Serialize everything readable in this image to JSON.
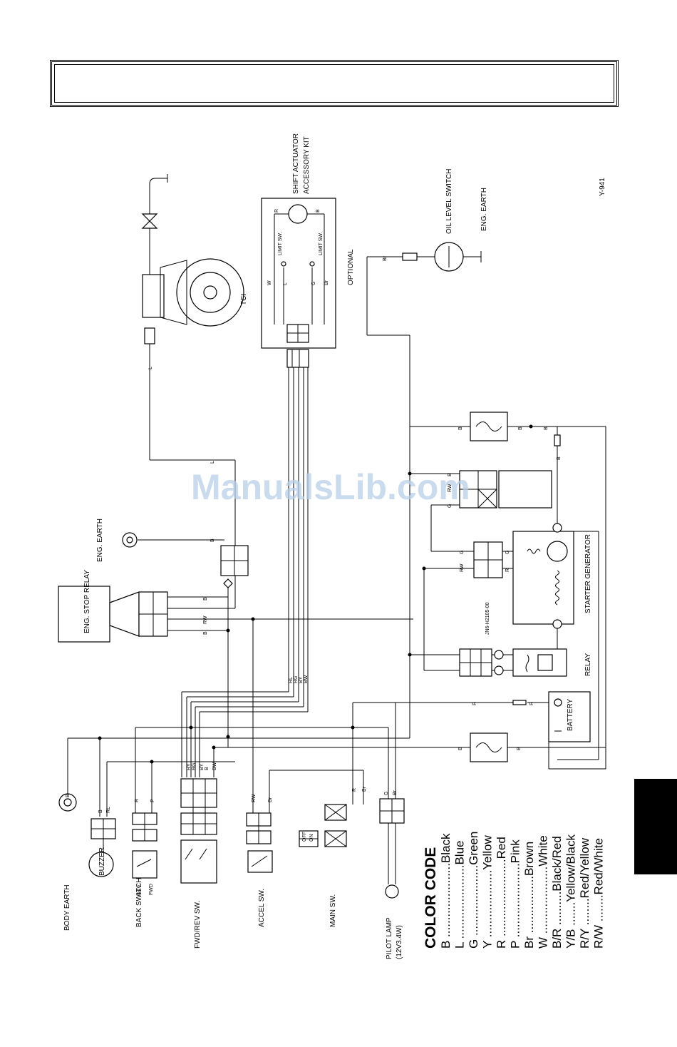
{
  "figure_id": "Y-941",
  "watermark": "ManualsLib.com",
  "components": {
    "body_earth": "BODY EARTH",
    "buzzer": "BUZZER",
    "back_switch": "BACK SWITCH",
    "back_switch_rev": "REV",
    "back_switch_fwd": "FWD",
    "fwd_rev_sw": "FWD/REV SW.",
    "accel_sw": "ACCEL SW.",
    "main_sw": "MAIN SW.",
    "main_sw_off": "OFF",
    "main_sw_on": "ON",
    "pilot_lamp": "PILOT LAMP",
    "pilot_lamp_spec": "(12V3.4W)",
    "eng_stop_relay": "ENG. STOP RELAY",
    "eng_earth_1": "ENG. EARTH",
    "eng_earth_2": "ENG. EARTH",
    "tci": "TCI",
    "shift_actuator": "SHIFT ACTUATOR",
    "accessory_kit": "ACCESSORY KIT",
    "limit_sw": "LIMIT SW.",
    "optional": "OPTIONAL",
    "oil_level_switch": "OIL LEVEL SWITCH",
    "starter_generator": "STARTER GENERATOR",
    "relay": "RELAY",
    "battery": "BATTERY",
    "part_number": "JN6-H2105-00"
  },
  "wire_labels": {
    "b": "B",
    "l": "L",
    "rl": "RL",
    "r": "R",
    "p": "P",
    "g": "G",
    "rg": "RG",
    "ry": "RY",
    "by": "BY",
    "bw": "BW",
    "rw": "RW",
    "br": "Br",
    "y": "Y",
    "w": "W"
  },
  "color_code": {
    "title": "COLOR CODE",
    "entries": [
      {
        "code": "B",
        "dots": "......................",
        "name": "Black"
      },
      {
        "code": "L",
        "dots": "......................",
        "name": "Blue"
      },
      {
        "code": "G",
        "dots": ".....................",
        "name": "Green"
      },
      {
        "code": "Y",
        "dots": "....................",
        "name": "Yellow"
      },
      {
        "code": "R",
        "dots": ".......................",
        "name": "Red"
      },
      {
        "code": "P",
        "dots": "......................",
        "name": "Pink"
      },
      {
        "code": "Br",
        "dots": ".................",
        "name": "Brown"
      },
      {
        "code": "W",
        "dots": "....................",
        "name": "White"
      },
      {
        "code": "B/R",
        "dots": "..........",
        "name": "Black/Red"
      },
      {
        "code": "Y/B",
        "dots": ".......",
        "name": "Yellow/Black"
      },
      {
        "code": "R/Y",
        "dots": "........",
        "name": "Red/Yellow"
      },
      {
        "code": "R/W",
        "dots": "........",
        "name": "Red/White"
      }
    ]
  },
  "colors": {
    "line": "#000000",
    "watermark": "#b9cfe8",
    "tab": "#000000"
  }
}
